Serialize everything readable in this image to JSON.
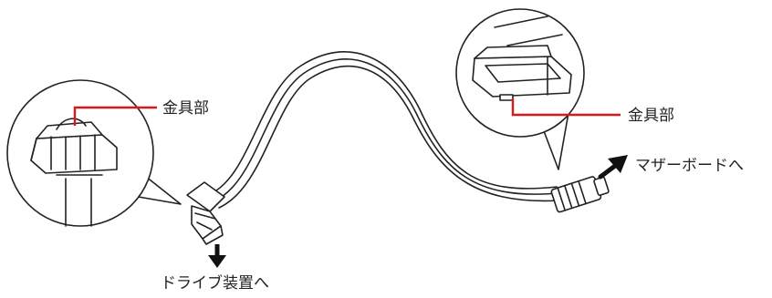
{
  "labels": {
    "left_bracket": "金具部",
    "right_bracket": "金具部",
    "to_motherboard": "マザーボードへ",
    "to_drive": "ドライブ装置へ"
  },
  "colors": {
    "leader_line": "#d7191f",
    "line": "#222222",
    "background": "#ffffff"
  },
  "icons": {
    "arrow_motherboard": "arrow-up-right-icon",
    "arrow_drive": "arrow-down-icon"
  }
}
